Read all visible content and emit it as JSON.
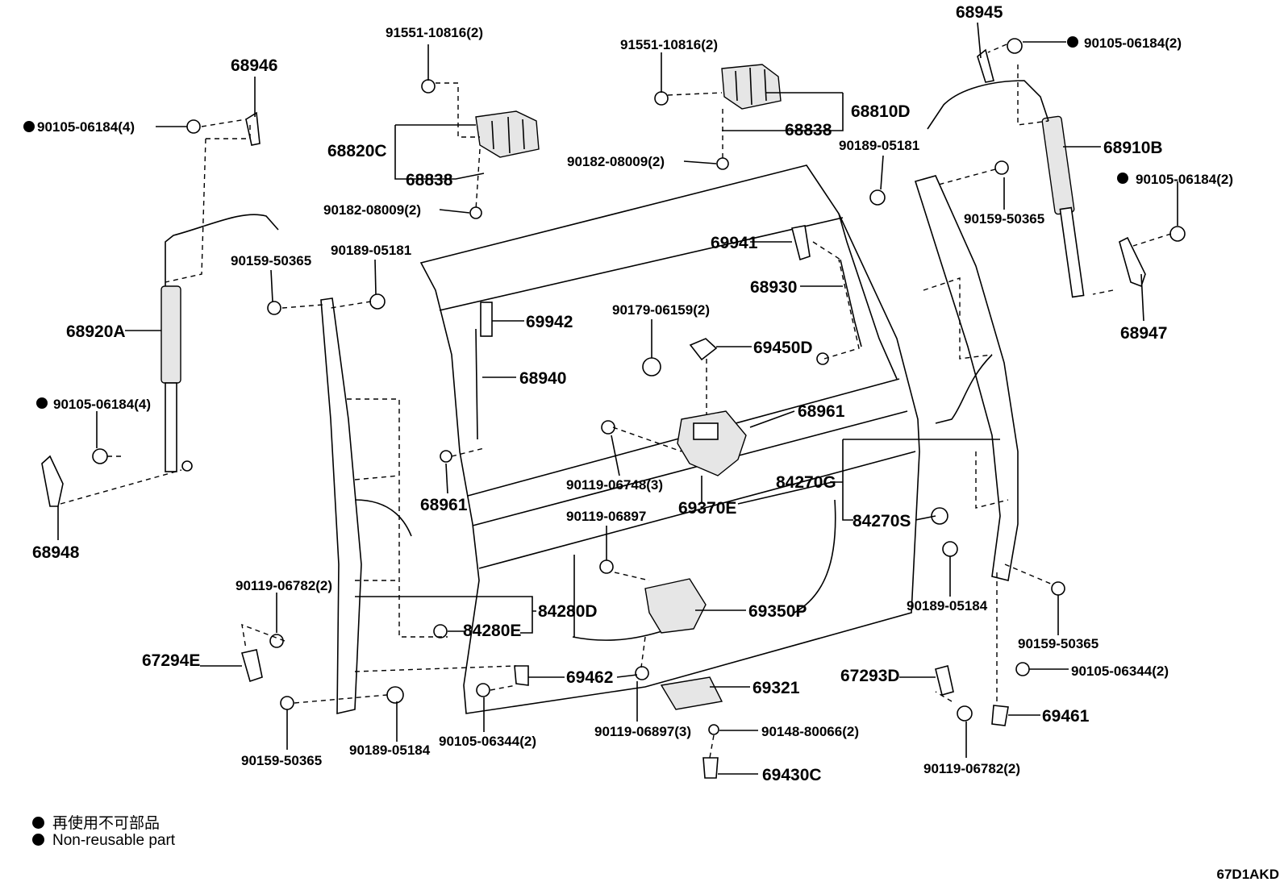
{
  "labels": {
    "l68946": "68946",
    "l91551a": "91551-10816(2)",
    "l91551b": "91551-10816(2)",
    "l68945": "68945",
    "l90105a": "90105-06184(2)",
    "l90105b": "90105-06184(4)",
    "l68820C": "68820C",
    "l68838a": "68838",
    "l68810D": "68810D",
    "l68838b": "68838",
    "l90182a": "90182-08009(2)",
    "l90182b": "90182-08009(2)",
    "l90189a": "90189-05181",
    "l68910B": "68910B",
    "l90105c": "90105-06184(2)",
    "l90159a": "90159-50365",
    "l90189b": "90189-05181",
    "l90159b": "90159-50365",
    "l69941": "69941",
    "l68930": "68930",
    "l68947": "68947",
    "l68920A": "68920A",
    "l69942": "69942",
    "l90179": "90179-06159(2)",
    "l69450D": "69450D",
    "l68940": "68940",
    "l90105d": "90105-06184(4)",
    "l68961a": "68961",
    "l90119a": "90119-06748(3)",
    "l84270G": "84270G",
    "l68961b": "68961",
    "l69370E": "69370E",
    "l90119b": "90119-06897",
    "l84270S": "84270S",
    "l68948": "68948",
    "l90189c": "90189-05184",
    "l90119c": "90119-06782(2)",
    "l84280D": "84280D",
    "l69350P": "69350P",
    "l84280E": "84280E",
    "l90159c": "90159-50365",
    "l67294E": "67294E",
    "l69462": "69462",
    "l69321": "69321",
    "l67293D": "67293D",
    "l90105e": "90105-06344(2)",
    "l90105f": "90105-06344(2)",
    "l69461": "69461",
    "l90119d": "90119-06897(3)",
    "l90148": "90148-80066(2)",
    "l90159d": "90159-50365",
    "l90189d": "90189-05184",
    "l69430C": "69430C",
    "l90119e": "90119-06782(2)"
  },
  "legend": {
    "jp": "再使用不可部品",
    "en": "Non-reusable part"
  },
  "diagram_code": "67D1AKD"
}
